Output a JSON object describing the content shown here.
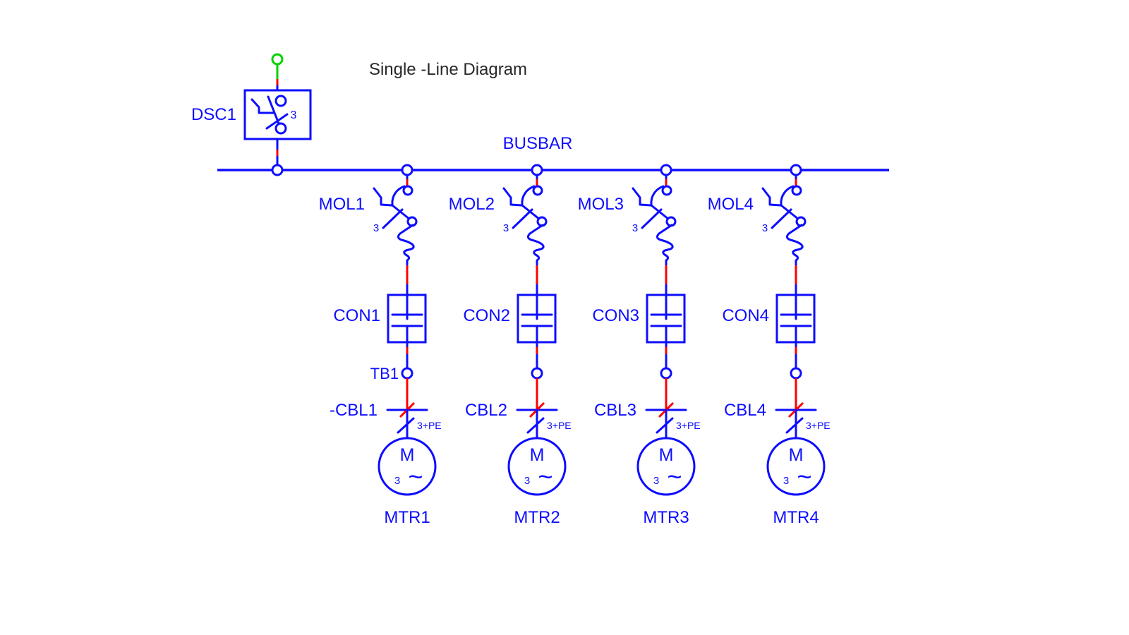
{
  "title": "Single -Line Diagram",
  "busbar_label": "BUSBAR",
  "colors": {
    "diagram_blue": "#0d0dff",
    "energized_red": "#ff0000",
    "terminal_green": "#00d400",
    "title_text": "#282828"
  },
  "disconnector": {
    "label": "DSC1",
    "poles": "3"
  },
  "branches": [
    {
      "breaker_label": "MOL1",
      "breaker_poles": "3",
      "contactor_label": "CON1",
      "terminal_label": "TB1",
      "cable_label": "-CBL1",
      "cable_cores": "3+PE",
      "motor_letter": "M",
      "motor_phases": "3",
      "motor_wave": "~",
      "motor_label": "MTR1"
    },
    {
      "breaker_label": "MOL2",
      "breaker_poles": "3",
      "contactor_label": "CON2",
      "terminal_label": "",
      "cable_label": "CBL2",
      "cable_cores": "3+PE",
      "motor_letter": "M",
      "motor_phases": "3",
      "motor_wave": "~",
      "motor_label": "MTR2"
    },
    {
      "breaker_label": "MOL3",
      "breaker_poles": "3",
      "contactor_label": "CON3",
      "terminal_label": "",
      "cable_label": "CBL3",
      "cable_cores": "3+PE",
      "motor_letter": "M",
      "motor_phases": "3",
      "motor_wave": "~",
      "motor_label": "MTR3"
    },
    {
      "breaker_label": "MOL4",
      "breaker_poles": "3",
      "contactor_label": "CON4",
      "terminal_label": "",
      "cable_label": "CBL4",
      "cable_cores": "3+PE",
      "motor_letter": "M",
      "motor_phases": "3",
      "motor_wave": "~",
      "motor_label": "MTR4"
    }
  ]
}
